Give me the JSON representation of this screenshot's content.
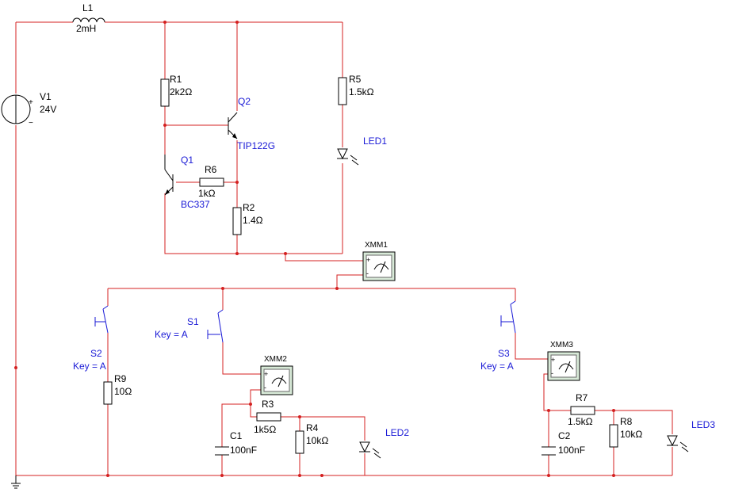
{
  "colors": {
    "wire": "#d42020",
    "component": "#000000",
    "annotation": "#1a1ad6",
    "meter_body": "#d8ead8"
  },
  "components": {
    "L1": {
      "ref": "L1",
      "value": "2mH"
    },
    "V1": {
      "ref": "V1",
      "value": "24V",
      "plus": "+",
      "minus": "−"
    },
    "R1": {
      "ref": "R1",
      "value": "2k2Ω"
    },
    "R2": {
      "ref": "R2",
      "value": "1.4Ω"
    },
    "R3": {
      "ref": "R3",
      "value": "1k5Ω"
    },
    "R4": {
      "ref": "R4",
      "value": "10kΩ"
    },
    "R5": {
      "ref": "R5",
      "value": "1.5kΩ"
    },
    "R6": {
      "ref": "R6",
      "value": "1kΩ"
    },
    "R7": {
      "ref": "R7",
      "value": "1.5kΩ"
    },
    "R8": {
      "ref": "R8",
      "value": "10kΩ"
    },
    "R9": {
      "ref": "R9",
      "value": "10Ω"
    },
    "C1": {
      "ref": "C1",
      "value": "100nF"
    },
    "C2": {
      "ref": "C2",
      "value": "100nF"
    },
    "Q1": {
      "ref": "Q1",
      "value": "BC337"
    },
    "Q2": {
      "ref": "Q2",
      "value": "TIP122G"
    },
    "LED1": {
      "ref": "LED1"
    },
    "LED2": {
      "ref": "LED2"
    },
    "LED3": {
      "ref": "LED3"
    },
    "S1": {
      "ref": "S1",
      "key": "Key = A"
    },
    "S2": {
      "ref": "S2",
      "key": "Key = A"
    },
    "S3": {
      "ref": "S3",
      "key": "Key = A"
    },
    "XMM1": {
      "ref": "XMM1",
      "plus": "+",
      "minus": "-"
    },
    "XMM2": {
      "ref": "XMM2",
      "plus": "+",
      "minus": "-"
    },
    "XMM3": {
      "ref": "XMM3",
      "plus": "+",
      "minus": "-"
    }
  }
}
